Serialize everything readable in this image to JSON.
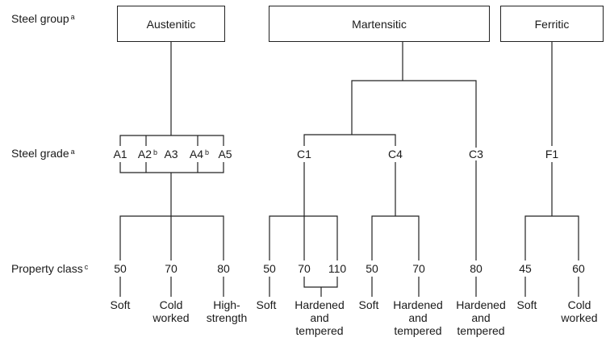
{
  "row_labels": {
    "steel_group": "Steel group",
    "steel_group_note": "a",
    "steel_grade": "Steel grade",
    "steel_grade_note": "a",
    "property_class": "Property class",
    "property_class_note": "c"
  },
  "groups": {
    "austenitic": "Austenitic",
    "martensitic": "Martensitic",
    "ferritic": "Ferritic"
  },
  "grades": {
    "a1": "A1",
    "a2": "A2",
    "a2_note": "b",
    "a3": "A3",
    "a4": "A4",
    "a4_note": "b",
    "a5": "A5",
    "c1": "C1",
    "c4": "C4",
    "c3": "C3",
    "f1": "F1"
  },
  "classes": {
    "aus_50": "50",
    "aus_70": "70",
    "aus_80": "80",
    "c1_50": "50",
    "c1_70": "70",
    "c1_110": "110",
    "c4_50": "50",
    "c4_70": "70",
    "c3_80": "80",
    "f1_45": "45",
    "f1_60": "60"
  },
  "descriptions": {
    "aus_soft": "Soft",
    "aus_cold": "Cold\nworked",
    "aus_high": "High-\nstrength",
    "c1_soft": "Soft",
    "c1_hard": "Hardened\nand\ntempered",
    "c4_soft": "Soft",
    "c4_hard": "Hardened\nand\ntempered",
    "c3_hard": "Hardened\nand\ntempered",
    "f1_soft": "Soft",
    "f1_cold": "Cold\nworked"
  }
}
